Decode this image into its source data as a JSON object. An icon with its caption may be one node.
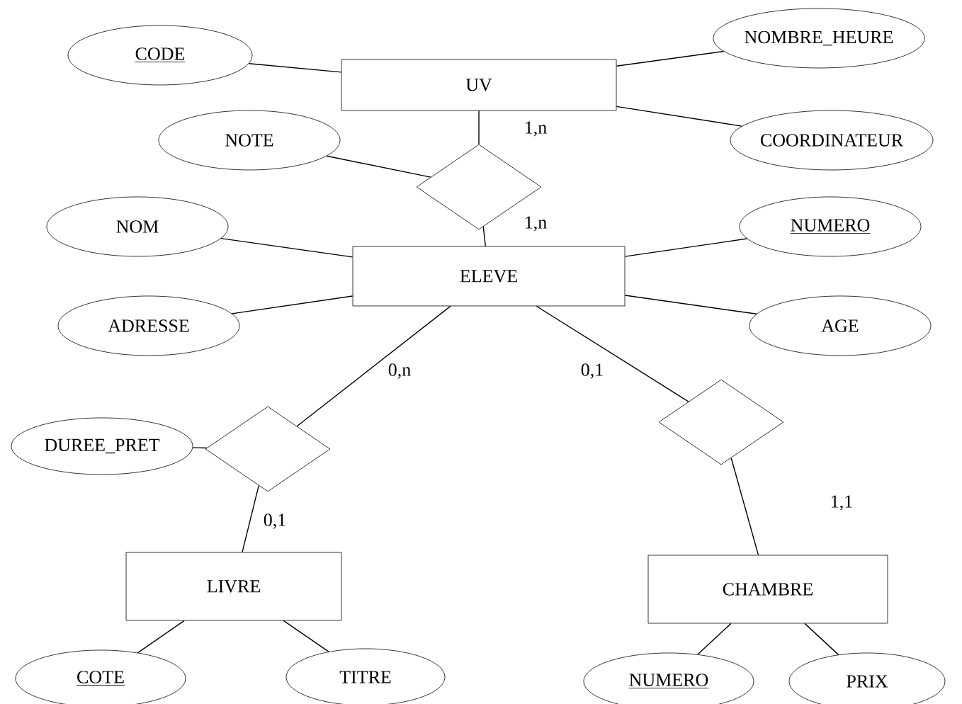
{
  "diagram": {
    "nodes": [
      {
        "text": [
          "UV"
        ]
      },
      {
        "text": [
          "CODE"
        ]
      },
      {
        "text": [
          "NOMBRE_HEURE"
        ]
      },
      {
        "text": [
          "COORDINATEUR"
        ]
      },
      {
        "text": [
          "NOTE"
        ]
      },
      {
        "text": [],
        "shape": "diamond"
      },
      {
        "text": [
          "ELEVE"
        ]
      },
      {
        "text": [
          "NOM"
        ]
      },
      {
        "text": [
          "NUMERO"
        ]
      },
      {
        "text": [
          "ADRESSE"
        ]
      },
      {
        "text": [
          "AGE"
        ]
      },
      {
        "text": [],
        "shape": "diamond"
      },
      {
        "text": [],
        "shape": "diamond"
      },
      {
        "text": [
          "DUREE_PRET"
        ]
      },
      {
        "text": [
          "LIVRE"
        ]
      },
      {
        "text": [
          "CHAMBRE"
        ]
      },
      {
        "text": [
          "COTE"
        ]
      },
      {
        "text": [
          "TITRE"
        ]
      },
      {
        "text": [
          "NUMERO"
        ]
      },
      {
        "text": [
          "PRIX"
        ]
      }
    ],
    "edges": [
      {
        "from": 1,
        "to": 0,
        "arrow": "none"
      },
      {
        "from": 0,
        "to": 2,
        "arrow": "none"
      },
      {
        "from": 0,
        "to": 3,
        "arrow": "none"
      },
      {
        "from": 0,
        "to": 5,
        "arrow": "none",
        "label": "1,n"
      },
      {
        "from": 4,
        "to": 5,
        "arrow": "none"
      },
      {
        "from": 5,
        "to": 6,
        "arrow": "none",
        "label": "1,n"
      },
      {
        "from": 7,
        "to": 6,
        "arrow": "none"
      },
      {
        "from": 6,
        "to": 8,
        "arrow": "none"
      },
      {
        "from": 9,
        "to": 6,
        "arrow": "none"
      },
      {
        "from": 6,
        "to": 10,
        "arrow": "none"
      },
      {
        "from": 6,
        "to": 11,
        "arrow": "none",
        "label": "0,n"
      },
      {
        "from": 6,
        "to": 12,
        "arrow": "none",
        "label": "0,1"
      },
      {
        "from": 13,
        "to": 11,
        "arrow": "none"
      },
      {
        "from": 11,
        "to": 14,
        "arrow": "none",
        "label": "0,1"
      },
      {
        "from": 12,
        "to": 15,
        "arrow": "none",
        "label": "1,1"
      },
      {
        "from": 14,
        "to": 16,
        "arrow": "none"
      },
      {
        "from": 14,
        "to": 17,
        "arrow": "none"
      },
      {
        "from": 15,
        "to": 18,
        "arrow": "none"
      },
      {
        "from": 15,
        "to": 19,
        "arrow": "none"
      }
    ]
  }
}
